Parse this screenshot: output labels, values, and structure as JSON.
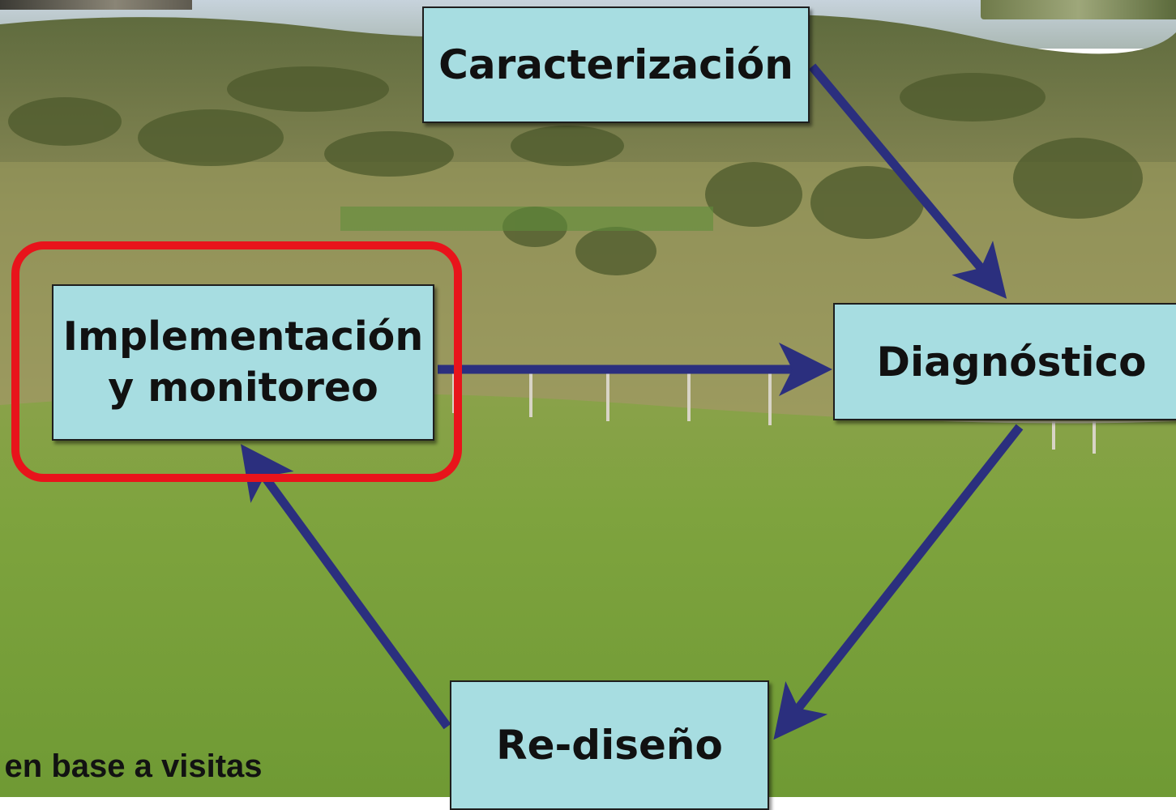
{
  "diagram": {
    "nodes": {
      "caracterizacion": "Caracterización",
      "diagnostico": "Diagnóstico",
      "implementacion_line1": "Implementación",
      "implementacion_line2": "y monitoreo",
      "rediseno": "Re-diseño"
    },
    "edges": [
      {
        "from": "Caracterización",
        "to": "Diagnóstico"
      },
      {
        "from": "Diagnóstico",
        "to": "Re-diseño"
      },
      {
        "from": "Re-diseño",
        "to": "Implementación y monitoreo"
      },
      {
        "from": "Implementación y monitoreo",
        "to": "Diagnóstico"
      }
    ],
    "highlighted_node": "Implementación y monitoreo"
  },
  "caption": "o en base a visitas",
  "colors": {
    "box_fill": "#a7dde1",
    "arrow": "#2b2f7e",
    "highlight": "#e8141b"
  }
}
